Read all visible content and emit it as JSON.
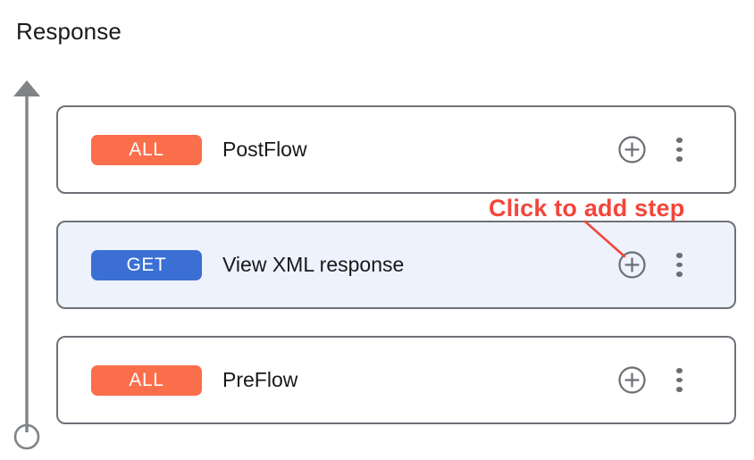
{
  "page": {
    "title": "Response",
    "background": "#ffffff"
  },
  "flow_axis": {
    "name": "flow-direction-arrow",
    "color": "#808487",
    "head": "arrow-up",
    "tail": "circle"
  },
  "colors": {
    "badge_all": "#fb6e4b",
    "badge_get": "#3b6fd4",
    "row_border": "#6e7277",
    "row_selected_bg": "#eef2fc",
    "annotation_red": "#f4453a",
    "icon_gray": "#6b6f74",
    "text": "#16181c"
  },
  "rows": [
    {
      "badge": "ALL",
      "badge_type": "all",
      "label": "PostFlow",
      "selected": false,
      "add_icon": "plus-circle-icon",
      "menu_icon": "kebab-menu-icon"
    },
    {
      "badge": "GET",
      "badge_type": "get",
      "label": "View XML response",
      "selected": true,
      "add_icon": "plus-circle-icon",
      "menu_icon": "kebab-menu-icon"
    },
    {
      "badge": "ALL",
      "badge_type": "all",
      "label": "PreFlow",
      "selected": false,
      "add_icon": "plus-circle-icon",
      "menu_icon": "kebab-menu-icon"
    }
  ],
  "annotation": {
    "text": "Click to add step",
    "points_to": "add-step-button-row-2"
  }
}
